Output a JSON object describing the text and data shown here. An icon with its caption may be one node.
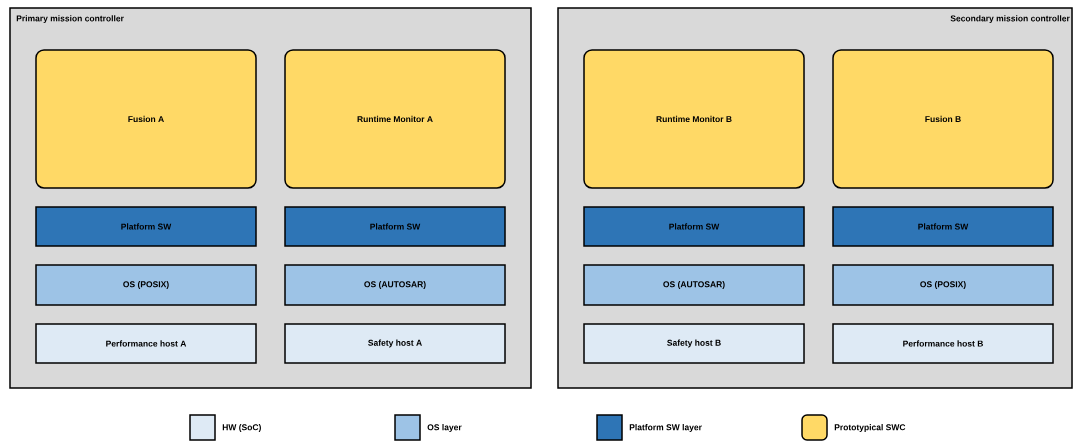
{
  "diagram": {
    "nodes": [
      {
        "text": [
          "Primary mission controller"
        ]
      },
      {
        "text": [
          "Fusion A"
        ],
        "in": 0
      },
      {
        "text": [
          "Runtime Monitor A"
        ],
        "in": 0
      },
      {
        "text": [
          "Platform SW"
        ],
        "in": 0
      },
      {
        "text": [
          "Platform SW"
        ],
        "in": 0
      },
      {
        "text": [
          "OS (POSIX)"
        ],
        "in": 0
      },
      {
        "text": [
          "OS (AUTOSAR)"
        ],
        "in": 0
      },
      {
        "text": [
          "Performance host A"
        ],
        "in": 0
      },
      {
        "text": [
          "Safety host A"
        ],
        "in": 0
      },
      {
        "text": [
          "Secondary mission controller"
        ]
      },
      {
        "text": [
          "Runtime Monitor B"
        ],
        "in": 9
      },
      {
        "text": [
          "Fusion B"
        ],
        "in": 9
      },
      {
        "text": [
          "Platform SW"
        ],
        "in": 9
      },
      {
        "text": [
          "Platform SW"
        ],
        "in": 9
      },
      {
        "text": [
          "OS (AUTOSAR)"
        ],
        "in": 9
      },
      {
        "text": [
          "OS (POSIX)"
        ],
        "in": 9
      },
      {
        "text": [
          "Safety host B"
        ],
        "in": 9
      },
      {
        "text": [
          "Performance host B"
        ],
        "in": 9
      }
    ],
    "legend": [
      {
        "text": "HW (SoC)",
        "color": "#deeaf5"
      },
      {
        "text": "OS layer",
        "color": "#9dc3e6"
      },
      {
        "text": "Platform SW layer",
        "color": "#2e75b6"
      },
      {
        "text": "Prototypical SWC",
        "color": "#ffd966"
      }
    ]
  }
}
